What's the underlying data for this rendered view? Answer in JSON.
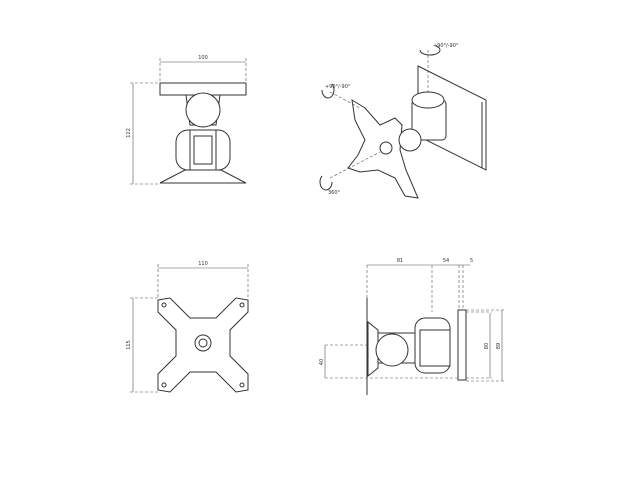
{
  "views": {
    "front_top": {
      "width_label": "100",
      "height_label": "122"
    },
    "isometric": {
      "tilt_label": "+90°/-90°",
      "swivel_label": "+90°/-90°",
      "rotate_label": "360°"
    },
    "plate_front": {
      "width_label": "110",
      "height_label": "115"
    },
    "side": {
      "depth_label_1": "81",
      "depth_label_2": "54",
      "depth_label_3": "5",
      "offset_label": "40",
      "inner_height_label": "80",
      "outer_height_label": "89"
    }
  }
}
